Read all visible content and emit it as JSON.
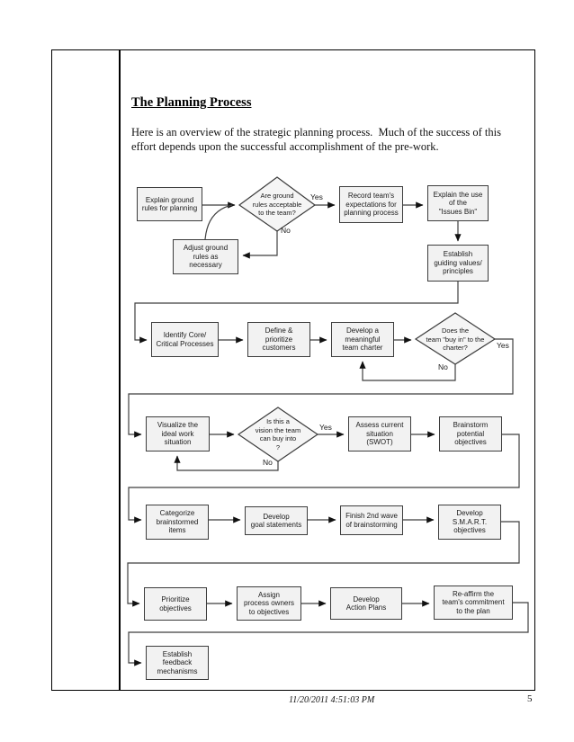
{
  "doc": {
    "title": "The Planning Process",
    "intro": "Here is an overview of the strategic planning process.  Much of the success of this\neffort depends upon the successful accomplishment of the pre-work."
  },
  "flowchart": {
    "boxes": [
      {
        "label": "Explain ground\nrules for planning"
      },
      {
        "label": "Record team's\nexpectations for\nplanning process"
      },
      {
        "label": "Explain the use\nof the\n\"Issues Bin\""
      },
      {
        "label": "Adjust ground\nrules as\nnecessary"
      },
      {
        "label": "Establish\nguiding values/\nprinciples"
      },
      {
        "label": "Identify Core/\nCritical Processes"
      },
      {
        "label": "Define &\nprioritize\ncustomers"
      },
      {
        "label": "Develop a\nmeaningful\nteam charter"
      },
      {
        "label": "Visualize the\nideal work\nsituation"
      },
      {
        "label": "Assess current\nsituation\n(SWOT)"
      },
      {
        "label": "Brainstorm\npotential\nobjectives"
      },
      {
        "label": "Categorize\nbrainstormed\nitems"
      },
      {
        "label": "Develop\ngoal statements"
      },
      {
        "label": "Finish 2nd wave\nof brainstorming"
      },
      {
        "label": "Develop\nS.M.A.R.T.\nobjectives"
      },
      {
        "label": "Prioritize\nobjectives"
      },
      {
        "label": "Assign\nprocess owners\nto objectives"
      },
      {
        "label": "Develop\nAction Plans"
      },
      {
        "label": "Re-affirm the\nteam's commitment\nto the plan"
      },
      {
        "label": "Establish\nfeedback\nmechanisms"
      }
    ],
    "diamonds": [
      {
        "label": "Are ground\nrules acceptable\nto the team?"
      },
      {
        "label": "Does the\nteam \"buy in\" to the\ncharter?"
      },
      {
        "label": "Is this a\nvision the team\ncan buy into\n?"
      }
    ],
    "decision_labels": [
      {
        "text": "Yes"
      },
      {
        "text": "No"
      },
      {
        "text": "Yes"
      },
      {
        "text": "No"
      },
      {
        "text": "Yes"
      },
      {
        "text": "No"
      }
    ]
  },
  "footer": {
    "timestamp": "11/20/2011 4:51:03 PM",
    "page_number": "5"
  },
  "colors": {
    "box_fill": "#f2f2f2",
    "box_border": "#3c3c3c",
    "line": "#3f3f3f",
    "frame_border": "#000000"
  }
}
